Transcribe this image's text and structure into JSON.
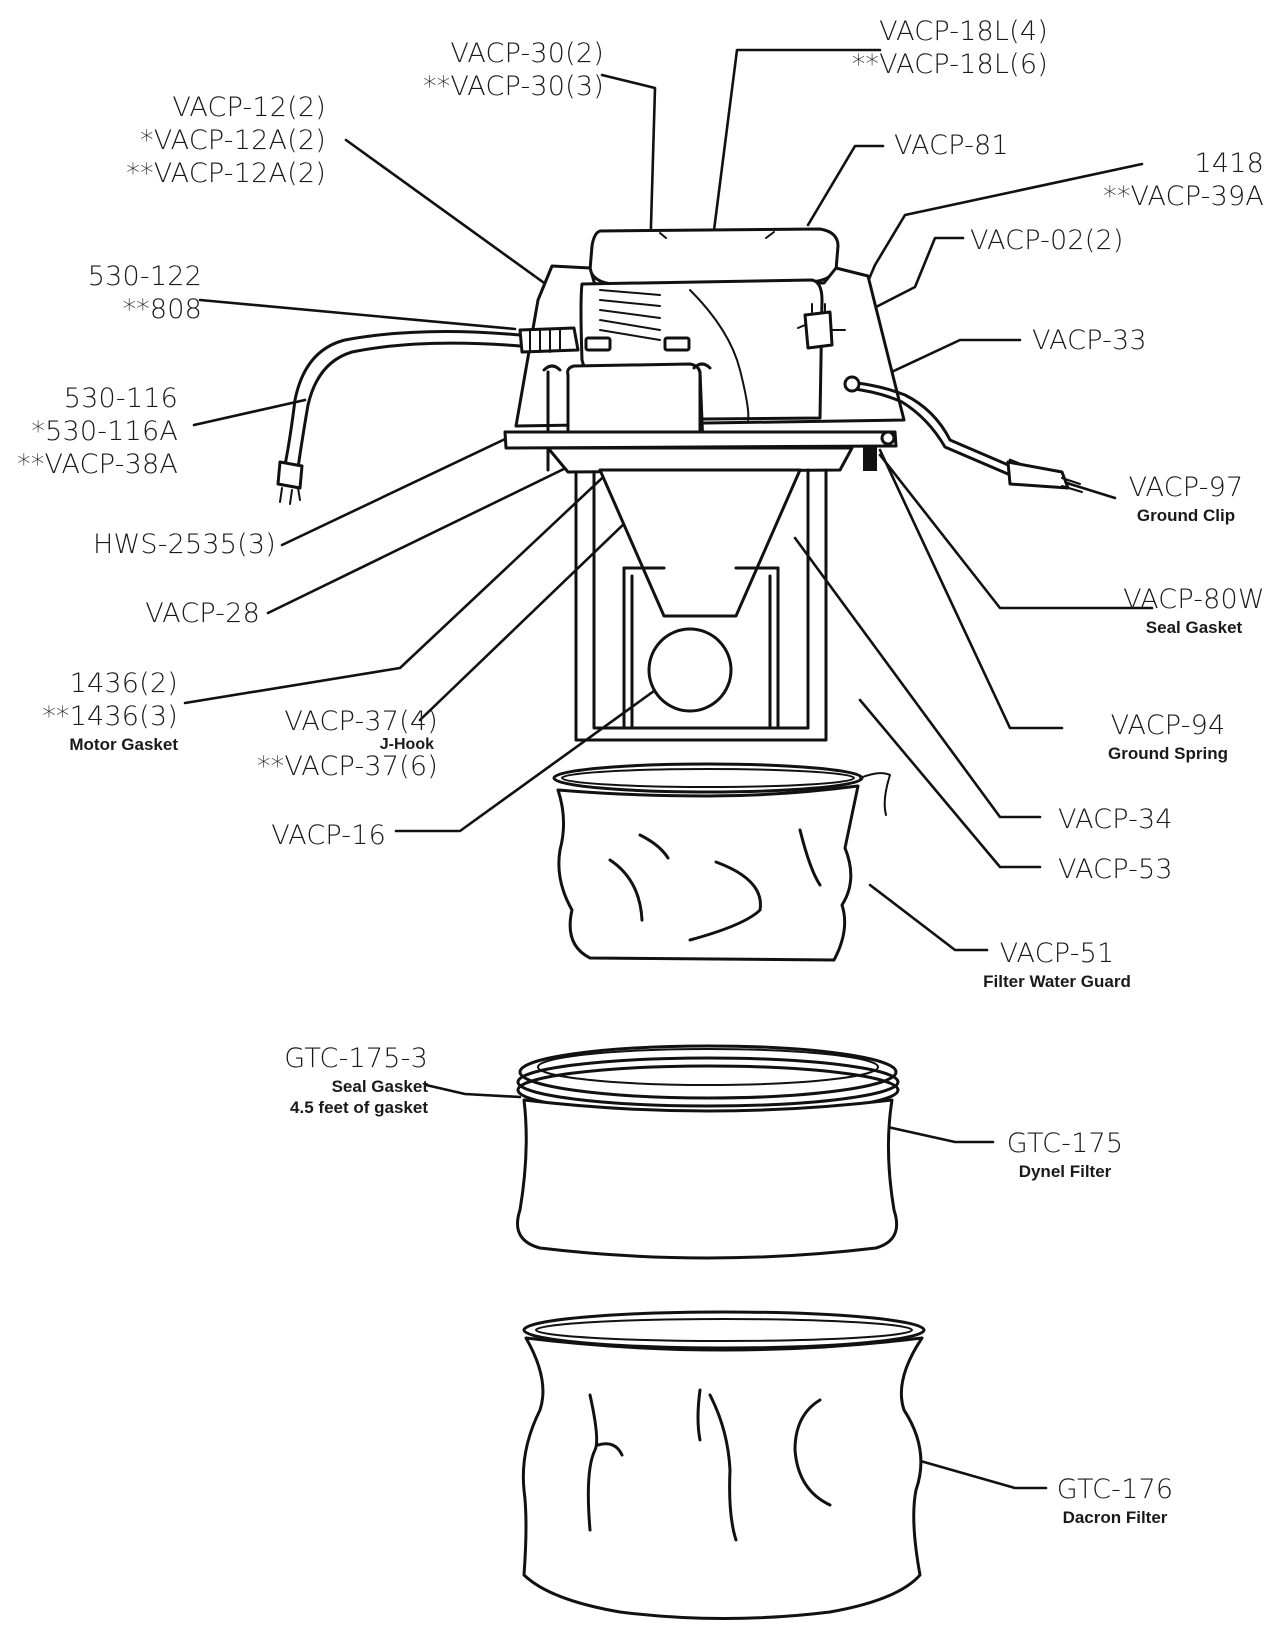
{
  "callouts": [
    {
      "id": "vacp-30",
      "lines": [
        "VACP-30(2)",
        "**VACP-30(3)"
      ],
      "desc": []
    },
    {
      "id": "vacp-18l",
      "lines": [
        "VACP-18L(4)",
        "**VACP-18L(6)"
      ],
      "desc": []
    },
    {
      "id": "vacp-12",
      "lines": [
        "VACP-12(2)",
        "*VACP-12A(2)",
        "**VACP-12A(2)"
      ],
      "desc": []
    },
    {
      "id": "vacp-81",
      "lines": [
        "VACP-81"
      ],
      "desc": []
    },
    {
      "id": "1418",
      "lines": [
        "1418",
        "**VACP-39A"
      ],
      "desc": []
    },
    {
      "id": "vacp-02",
      "lines": [
        "VACP-02(2)"
      ],
      "desc": []
    },
    {
      "id": "530-122",
      "lines": [
        "530-122",
        "**808"
      ],
      "desc": []
    },
    {
      "id": "vacp-33",
      "lines": [
        "VACP-33"
      ],
      "desc": []
    },
    {
      "id": "530-116",
      "lines": [
        "530-116",
        "*530-116A",
        "**VACP-38A"
      ],
      "desc": []
    },
    {
      "id": "vacp-97",
      "lines": [
        "VACP-97"
      ],
      "desc": [
        "Ground Clip"
      ]
    },
    {
      "id": "hws-2535",
      "lines": [
        "HWS-2535(3)"
      ],
      "desc": []
    },
    {
      "id": "vacp-80w",
      "lines": [
        "VACP-80W"
      ],
      "desc": [
        "Seal Gasket"
      ]
    },
    {
      "id": "vacp-28",
      "lines": [
        "VACP-28"
      ],
      "desc": []
    },
    {
      "id": "1436",
      "lines": [
        "1436(2)",
        "**1436(3)"
      ],
      "desc": [
        "Motor Gasket"
      ]
    },
    {
      "id": "vacp-37",
      "lines": [
        "VACP-37(4)"
      ],
      "desc": [
        "J-Hook"
      ],
      "after": [
        "**VACP-37(6)"
      ]
    },
    {
      "id": "vacp-94",
      "lines": [
        "VACP-94"
      ],
      "desc": [
        "Ground Spring"
      ]
    },
    {
      "id": "vacp-16",
      "lines": [
        "VACP-16"
      ],
      "desc": []
    },
    {
      "id": "vacp-34",
      "lines": [
        "VACP-34"
      ],
      "desc": []
    },
    {
      "id": "vacp-53",
      "lines": [
        "VACP-53"
      ],
      "desc": []
    },
    {
      "id": "vacp-51",
      "lines": [
        "VACP-51"
      ],
      "desc": [
        "Filter Water Guard"
      ]
    },
    {
      "id": "gtc-175-3",
      "lines": [
        "GTC-175-3"
      ],
      "desc": [
        "Seal Gasket",
        "4.5 feet of gasket"
      ]
    },
    {
      "id": "gtc-175",
      "lines": [
        "GTC-175"
      ],
      "desc": [
        "Dynel Filter"
      ]
    },
    {
      "id": "gtc-176",
      "lines": [
        "GTC-176"
      ],
      "desc": [
        "Dacron Filter"
      ]
    }
  ]
}
